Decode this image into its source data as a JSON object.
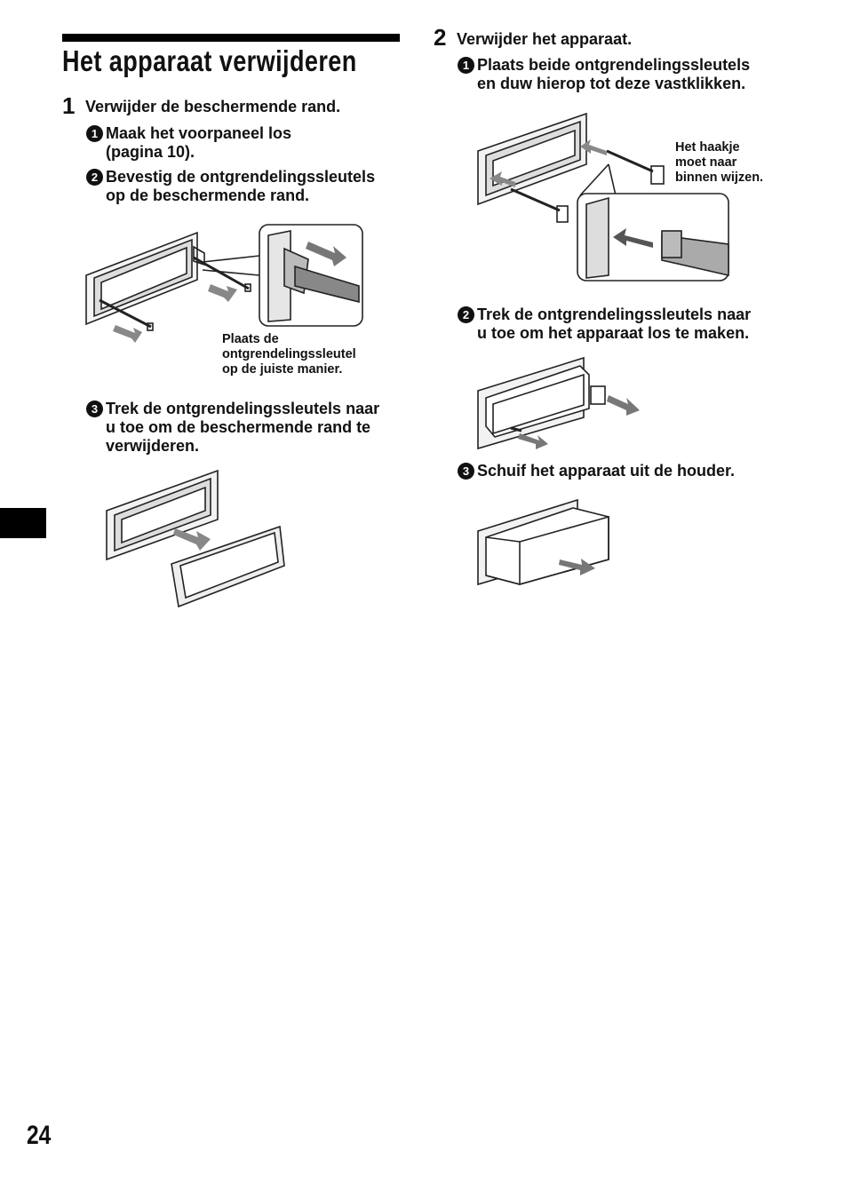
{
  "page": {
    "title": "Het apparaat verwijderen",
    "page_number": "24"
  },
  "step1": {
    "number": "1",
    "label": "Verwijder de beschermende rand.",
    "sub1": {
      "badge": "1",
      "text": "Maak het voorpaneel los\n(pagina 10)."
    },
    "sub2": {
      "badge": "2",
      "text": "Bevestig de ontgrendelingssleutels\nop de beschermende rand."
    },
    "caption": "Plaats de\nontgrendelingssleutel\nop de juiste manier.",
    "sub3": {
      "badge": "3",
      "text": "Trek de ontgrendelingssleutels naar\nu toe om de beschermende rand te\nverwijderen."
    }
  },
  "step2": {
    "number": "2",
    "label": "Verwijder het apparaat.",
    "sub1": {
      "badge": "1",
      "text": "Plaats beide ontgrendelingssleutels\nen duw hierop tot deze vastklikken."
    },
    "caption": "Het haakje\nmoet naar\nbinnen wijzen.",
    "sub2": {
      "badge": "2",
      "text": "Trek de ontgrendelingssleutels naar\nu toe om het apparaat los te maken."
    },
    "sub3": {
      "badge": "3",
      "text": "Schuif het apparaat uit de houder."
    }
  }
}
